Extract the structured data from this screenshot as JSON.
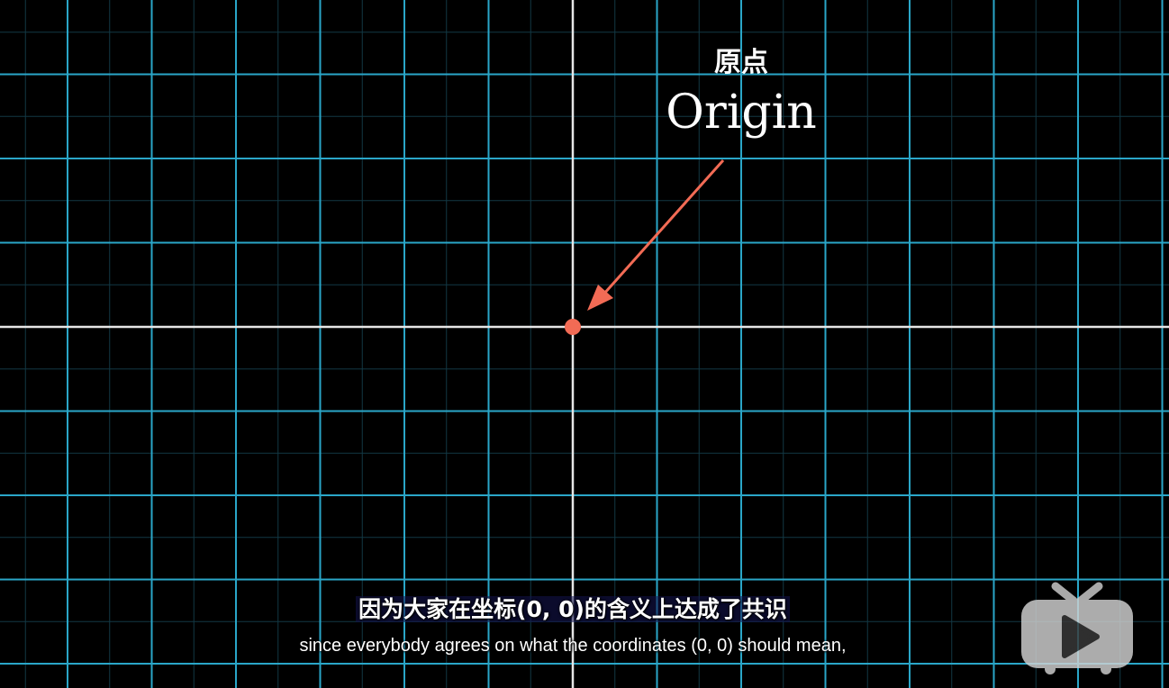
{
  "annotation": {
    "label_cn": "原点",
    "label_en": "Origin"
  },
  "subtitles": {
    "chinese": "因为大家在坐标(0, 0)的含义上达成了共识",
    "english": "since everybody agrees on what the coordinates (0, 0) should mean,"
  },
  "colors": {
    "background": "#000000",
    "major_grid": "#2aa6c8",
    "minor_grid": "#123844",
    "axes": "#e6e6e6",
    "origin_point": "#f26b55",
    "arrow": "#f26b55"
  },
  "icons": {
    "logo": "tv-play-logo-icon"
  }
}
